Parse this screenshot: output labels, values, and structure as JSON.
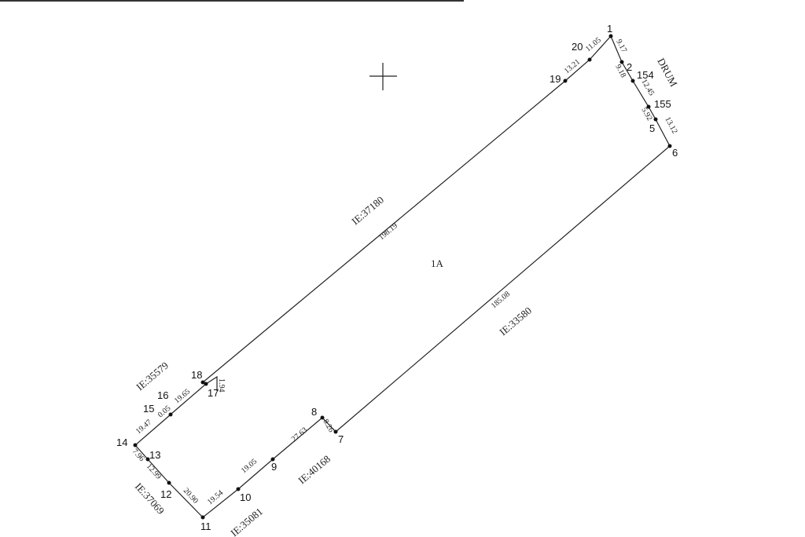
{
  "plot": {
    "parcel_label": "1A",
    "road_label": "DRUM",
    "neighbors": [
      "IE:37180",
      "IE:33580",
      "IE:35579",
      "IE:37069",
      "IE:35081",
      "IE:40168"
    ],
    "points": [
      "1",
      "2",
      "154",
      "155",
      "5",
      "6",
      "7",
      "8",
      "9",
      "10",
      "11",
      "12",
      "13",
      "14",
      "15",
      "16",
      "17",
      "18",
      "19",
      "20"
    ],
    "lengths": {
      "l1_2": "9.17",
      "l2_154": "9.18",
      "l154_155": "12.45",
      "l155_5": "5.92",
      "l5_6": "13.12",
      "l6_7": "185.08",
      "l7_8": "8.26",
      "l8_9": "27.63",
      "l9_10": "19.05",
      "l10_11": "19.54",
      "l11_12": "20.90",
      "l12_13": "12.99",
      "l13_14": "7.96",
      "l14_15": "19.47",
      "l15_16": "0.05",
      "l16_17": "19.65",
      "l17_18": "1.94",
      "l18_19": "198.19",
      "l19_20": "13.21",
      "l20_1": "11.05"
    }
  }
}
